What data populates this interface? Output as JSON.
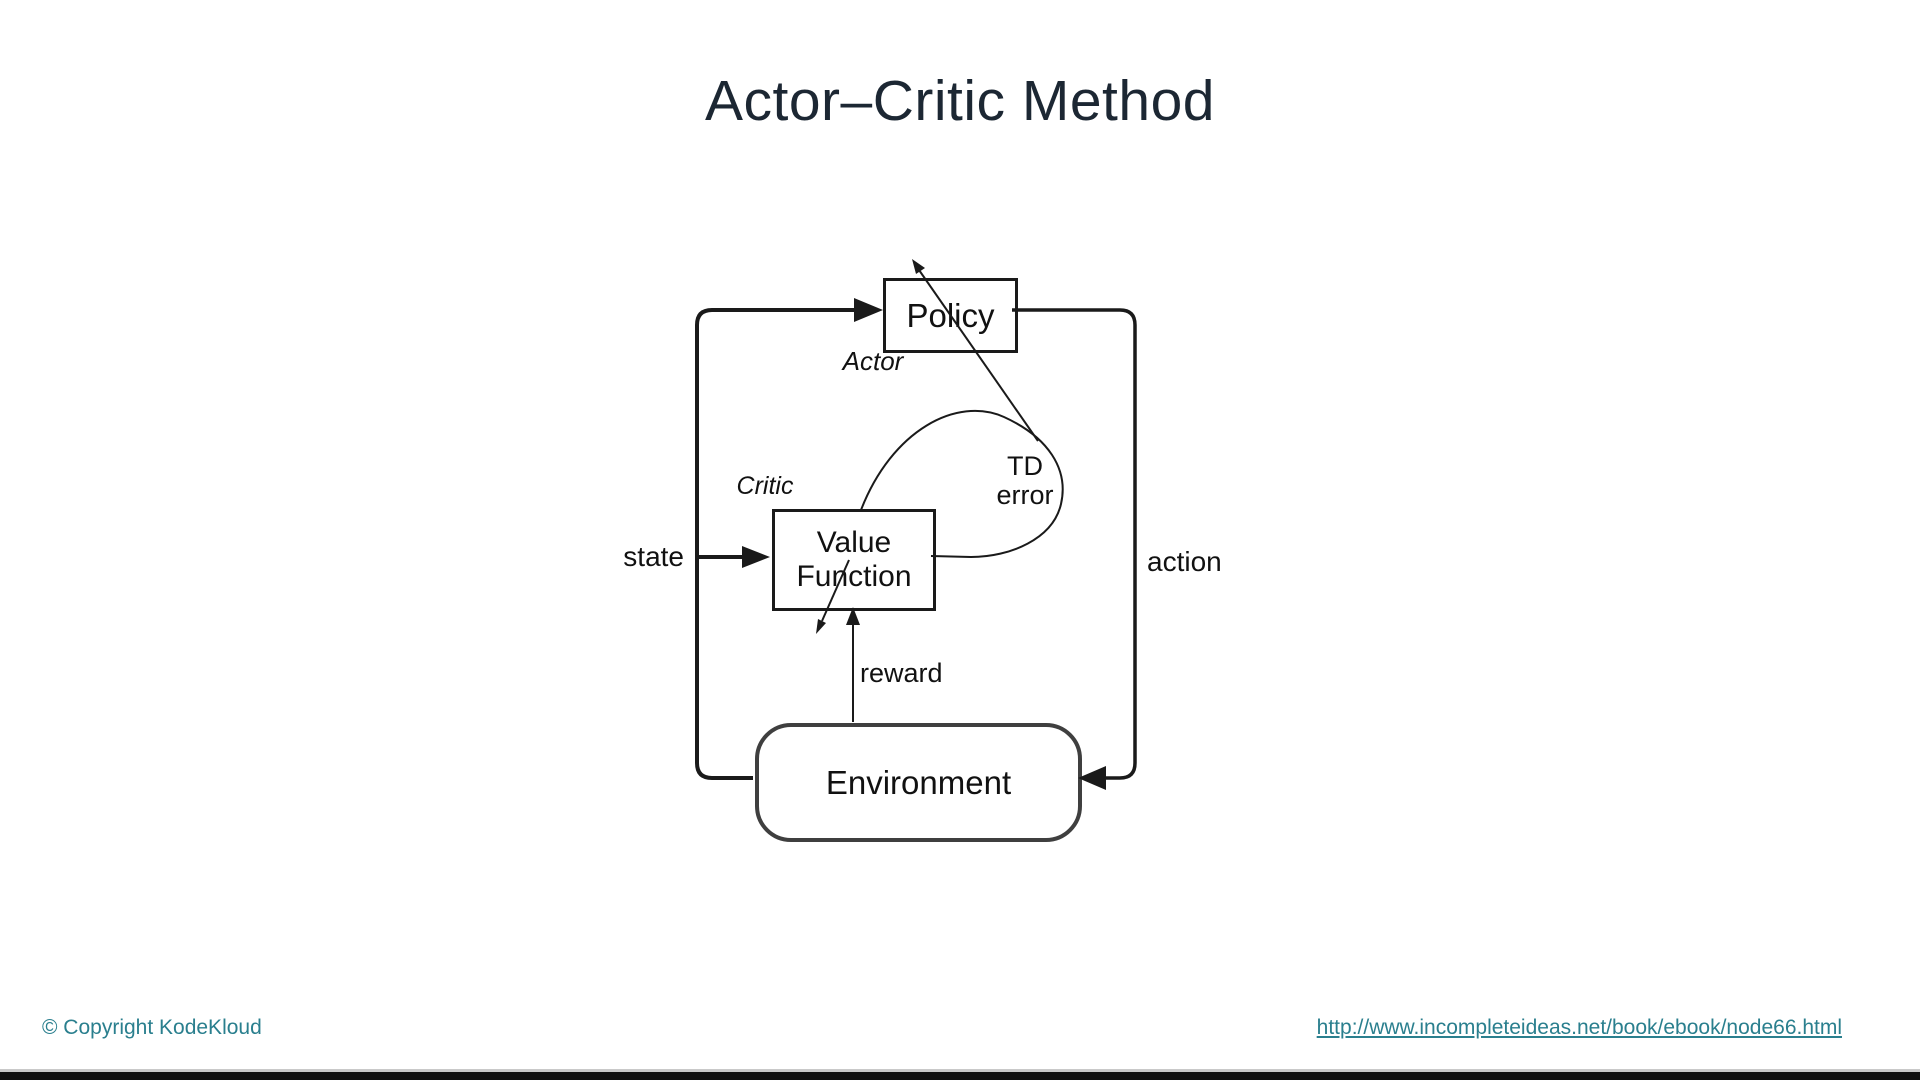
{
  "slide": {
    "title": "Actor–Critic Method"
  },
  "diagram": {
    "boxes": {
      "policy": "Policy",
      "value_function_line1": "Value",
      "value_function_line2": "Function",
      "environment": "Environment"
    },
    "labels": {
      "actor": "Actor",
      "critic": "Critic",
      "state": "state",
      "action": "action",
      "reward": "reward",
      "td_error_line1": "TD",
      "td_error_line2": "error"
    }
  },
  "footer": {
    "copyright": "© Copyright KodeKloud",
    "link": "http://www.incompleteideas.net/book/ebook/node66.html"
  },
  "colors": {
    "accent_teal": "#2a7f8e",
    "title_color": "#1c2733",
    "stroke": "#1a1a1a"
  }
}
